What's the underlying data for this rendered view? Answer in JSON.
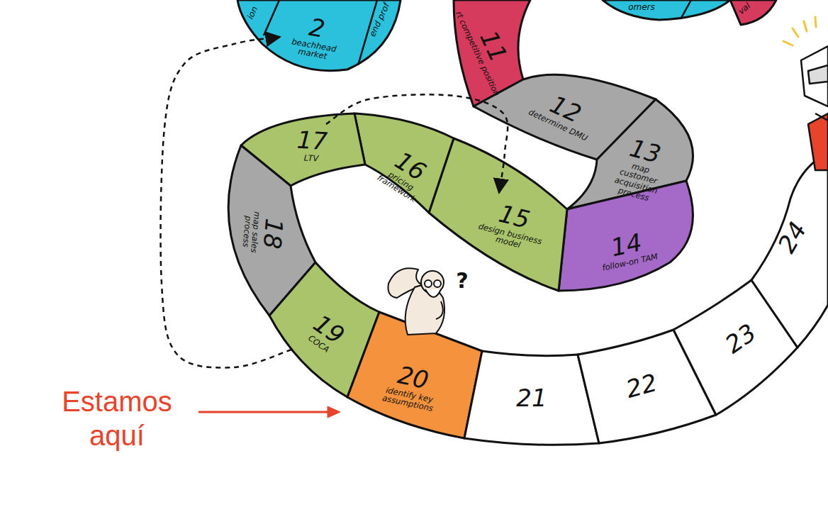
{
  "diagram": {
    "nodes": [
      {
        "text": [
          "2",
          "beachhead market"
        ]
      },
      {
        "text": [
          "11",
          "rt competitive position"
        ]
      },
      {
        "text": [
          "12",
          "determine DMU"
        ]
      },
      {
        "text": [
          "13",
          "map customer acquisition process"
        ]
      },
      {
        "text": [
          "14",
          "follow-on TAM"
        ]
      },
      {
        "text": [
          "15",
          "design business model"
        ]
      },
      {
        "text": [
          "16",
          "pricing framework"
        ]
      },
      {
        "text": [
          "17",
          "LTV"
        ]
      },
      {
        "text": [
          "18",
          "map sales process"
        ]
      },
      {
        "text": [
          "19",
          "COCA"
        ]
      },
      {
        "text": [
          "20",
          "identify key assumptions"
        ]
      },
      {
        "text": [
          "21"
        ]
      },
      {
        "text": [
          "22"
        ]
      },
      {
        "text": [
          "23"
        ]
      },
      {
        "text": [
          "24"
        ]
      }
    ],
    "edges": [
      {
        "from": 9,
        "to": 0,
        "arrow": "to"
      },
      {
        "from": 7,
        "to": 5,
        "arrow": "to"
      }
    ],
    "labels": [
      "ion",
      "end prof",
      "omers",
      "val",
      "?",
      "Estamos aquí"
    ]
  }
}
